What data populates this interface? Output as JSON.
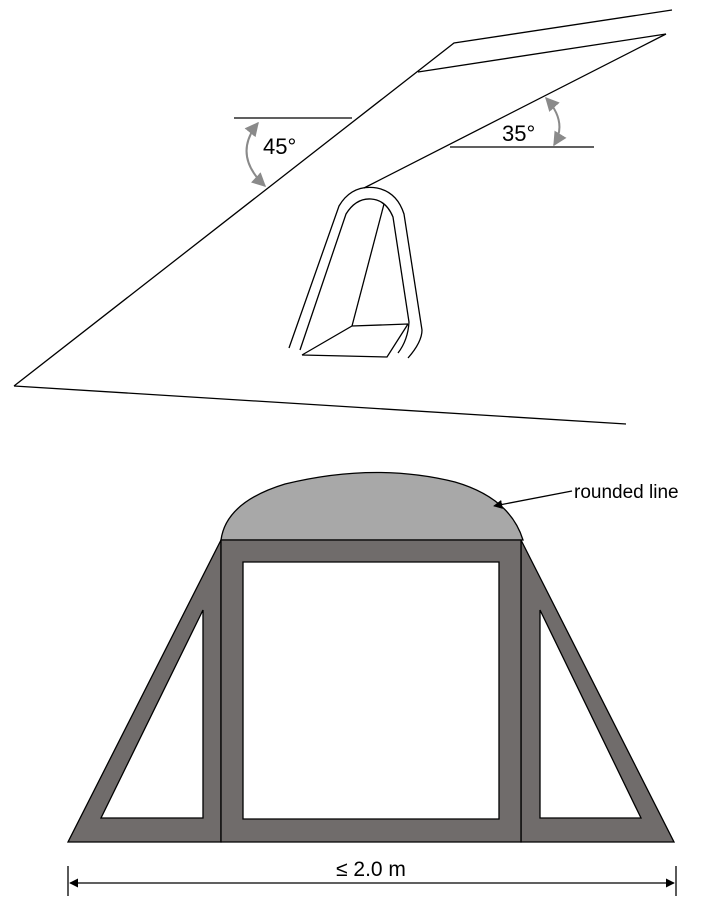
{
  "upper_view": {
    "angle_left": "45°",
    "angle_right": "35°"
  },
  "front_view": {
    "callout": "rounded line",
    "width_dimension": "≤ 2.0 m"
  },
  "colors": {
    "line": "#000000",
    "frame_fill": "#706c6b",
    "rounded_top_fill": "#a8a8a8",
    "arrow_gray": "#8a8a8a",
    "background": "#ffffff"
  }
}
